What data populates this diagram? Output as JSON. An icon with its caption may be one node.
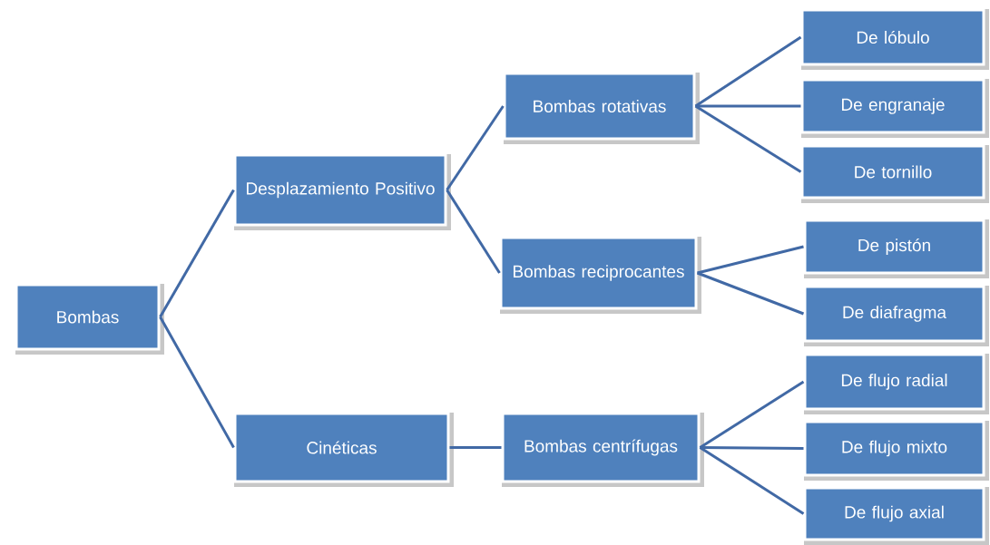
{
  "diagram": {
    "nodes": [
      {
        "text": [
          "Bombas"
        ]
      },
      {
        "text": [
          "Desplazamiento Positivo"
        ]
      },
      {
        "text": [
          "Cinéticas"
        ]
      },
      {
        "text": [
          "Bombas rotativas"
        ]
      },
      {
        "text": [
          "Bombas reciprocantes"
        ]
      },
      {
        "text": [
          "Bombas centrífugas"
        ]
      },
      {
        "text": [
          "De lóbulo"
        ]
      },
      {
        "text": [
          "De engranaje"
        ]
      },
      {
        "text": [
          "De tornillo"
        ]
      },
      {
        "text": [
          "De pistón"
        ]
      },
      {
        "text": [
          "De diafragma"
        ]
      },
      {
        "text": [
          "De flujo radial"
        ]
      },
      {
        "text": [
          "De flujo mixto"
        ]
      },
      {
        "text": [
          "De flujo axial"
        ]
      }
    ],
    "edges": [
      {
        "from": 0,
        "to": 1,
        "arrow": "none"
      },
      {
        "from": 0,
        "to": 2,
        "arrow": "none"
      },
      {
        "from": 1,
        "to": 3,
        "arrow": "none"
      },
      {
        "from": 1,
        "to": 4,
        "arrow": "none"
      },
      {
        "from": 2,
        "to": 5,
        "arrow": "none"
      },
      {
        "from": 3,
        "to": 6,
        "arrow": "none"
      },
      {
        "from": 3,
        "to": 7,
        "arrow": "none"
      },
      {
        "from": 3,
        "to": 8,
        "arrow": "none"
      },
      {
        "from": 4,
        "to": 9,
        "arrow": "none"
      },
      {
        "from": 4,
        "to": 10,
        "arrow": "none"
      },
      {
        "from": 5,
        "to": 11,
        "arrow": "none"
      },
      {
        "from": 5,
        "to": 12,
        "arrow": "none"
      },
      {
        "from": 5,
        "to": 13,
        "arrow": "none"
      }
    ]
  }
}
